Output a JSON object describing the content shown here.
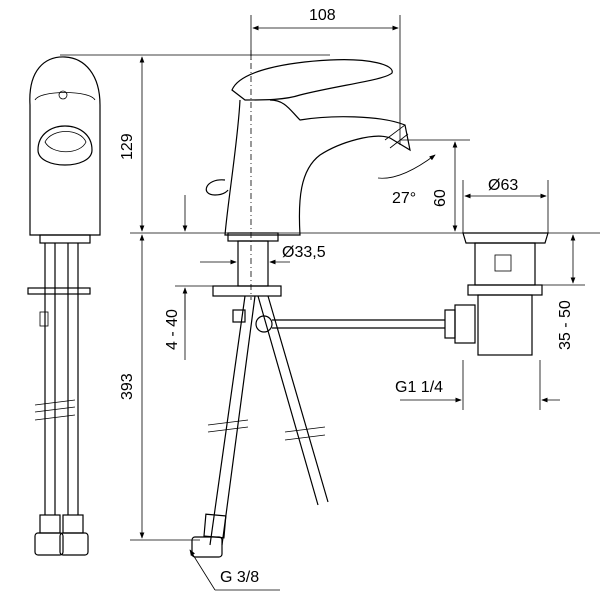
{
  "dimensions": {
    "spout_reach": "108",
    "body_height": "129",
    "below_deck_length": "393",
    "spout_angle": "27°",
    "spout_height": "60",
    "drain_flange_diameter": "Ø63",
    "mounting_hole_diameter": "Ø33,5",
    "deck_thickness": "4 - 40",
    "basin_thickness": "35 - 50",
    "drain_thread": "G1 1/4",
    "hose_thread": "G 3/8"
  }
}
